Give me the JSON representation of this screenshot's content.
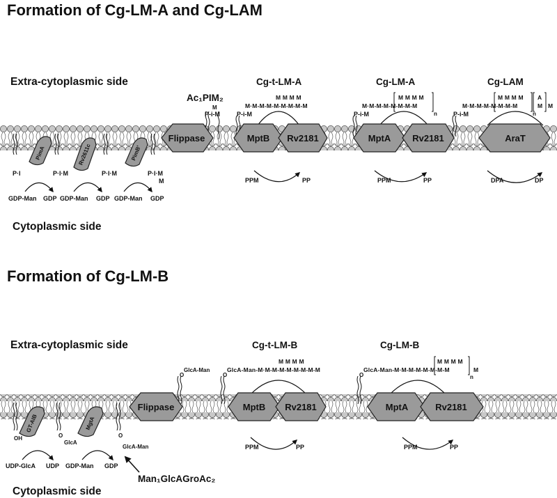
{
  "section_a": {
    "title": "Formation of Cg-LM-A and Cg-LAM",
    "extra_label": "Extra-cytoplasmic side",
    "cyto_label": "Cytoplasmic side",
    "enzymes": {
      "pima": "PimA",
      "rv2611c": "Rv2611c",
      "pimb": "PimB'",
      "flippase": "Flippase",
      "mptb": "MptB",
      "rv2181_1": "Rv2181",
      "mpta": "MptA",
      "rv2181_2": "Rv2181",
      "arat": "AraT"
    },
    "products": {
      "ac1pim2": "Ac₁PIM₂",
      "cg_t_lm_a": "Cg-t-LM-A",
      "cg_lm_a": "Cg-LM-A",
      "cg_lam": "Cg-LAM"
    },
    "cofactors": {
      "gdp_man_1": "GDP-Man",
      "gdp_1": "GDP",
      "gdp_man_2": "GDP-Man",
      "gdp_2": "GDP",
      "gdp_man_3": "GDP-Man",
      "gdp_3": "GDP",
      "ppm_1": "PPM",
      "pp_1": "PP",
      "ppm_2": "PPM",
      "pp_2": "PP",
      "dpa": "DPA",
      "dp": "DP"
    },
    "lipids": {
      "pi": "P·I",
      "pim": "P·I·M",
      "pim_b": "P·I·M",
      "pim2": "P·I·M",
      "pim2_m": "M",
      "ac_pim": "P-i-M",
      "ac_pim_m": "M",
      "mptb_pim": "P-i-M",
      "mpta_pim": "P-i-M",
      "arat_pim": "P-i-M"
    },
    "chains": {
      "mptb_top": "M M M M",
      "mptb_main": "M·M-M-M-M-M-M-M-M",
      "mpta_top": "M M M M",
      "mpta_main": "M·M-M-M-M-M-M-M",
      "mpta_n": "n",
      "arat_top": "M M M M",
      "arat_a": "A",
      "arat_main": "M·M-M-M-M-M-M-M",
      "arat_m": "M",
      "arat_n": "n",
      "arat_m2": "M"
    }
  },
  "section_b": {
    "title": "Formation of Cg-LM-B",
    "extra_label": "Extra-cytoplasmic side",
    "cyto_label": "Cytoplasmic side",
    "enzymes": {
      "gt_aib": "GT-AIB",
      "mgta": "MgtA",
      "flippase": "Flippase",
      "mptb": "MptB",
      "rv2181_1": "Rv2181",
      "mpta": "MptA",
      "rv2181_2": "Rv2181"
    },
    "products": {
      "cg_t_lm_b": "Cg-t-LM-B",
      "cg_lm_b": "Cg-LM-B",
      "man1glca": "Man₁GlcAGroAc₂"
    },
    "cofactors": {
      "udp_glca": "UDP-GlcA",
      "udp": "UDP",
      "gdp_man": "GDP-Man",
      "gdp": "GDP",
      "ppm_1": "PPM",
      "pp_1": "PP",
      "ppm_2": "PPM",
      "pp_2": "PP"
    },
    "lipids": {
      "oh": "OH",
      "o1": "O",
      "glca": "GlcA",
      "o2": "O",
      "glca_man": "GlcA-Man",
      "o3": "O",
      "glca_man_top": "GlcA-Man",
      "o4": "O",
      "o5": "O"
    },
    "chains": {
      "mptb_top": "M M M M",
      "mptb_main": "GlcA-Man-M·M-M-M-M-M-M-M-M",
      "mpta_top": "M M M M",
      "mpta_main": "GlcA-Man-M·M-M-M-M-M-M-M",
      "mpta_m": "M",
      "mpta_n": "n"
    }
  }
}
